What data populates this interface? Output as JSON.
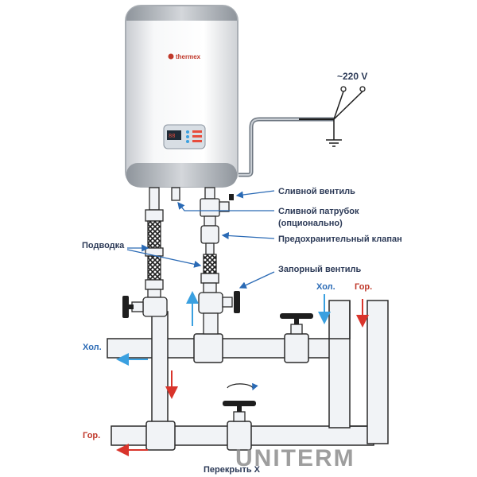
{
  "brand": {
    "name": "thermex"
  },
  "display": {
    "readout": "88"
  },
  "power": {
    "label": "~220 V"
  },
  "labels": {
    "drain_valve": "Сливной вентиль",
    "drain_nozzle": "Сливной патрубок",
    "drain_nozzle_note": "(опционально)",
    "safety_valve": "Предохранительный клапан",
    "supply_hose": "Подводка",
    "shutoff_valve": "Запорный вентиль",
    "cold_right": "Хол.",
    "hot_right": "Гор.",
    "cold_left": "Хол.",
    "hot_left": "Гор.",
    "bypass": "Перекрыть Х"
  },
  "watermark": {
    "text": "UNITERM"
  },
  "colors": {
    "cold_arrow": "#3aa0e0",
    "hot_arrow": "#d9342b",
    "label_line": "#2a6ab5",
    "pipe": "#f1f3f6",
    "pipe_stroke": "#2a2a2a"
  }
}
